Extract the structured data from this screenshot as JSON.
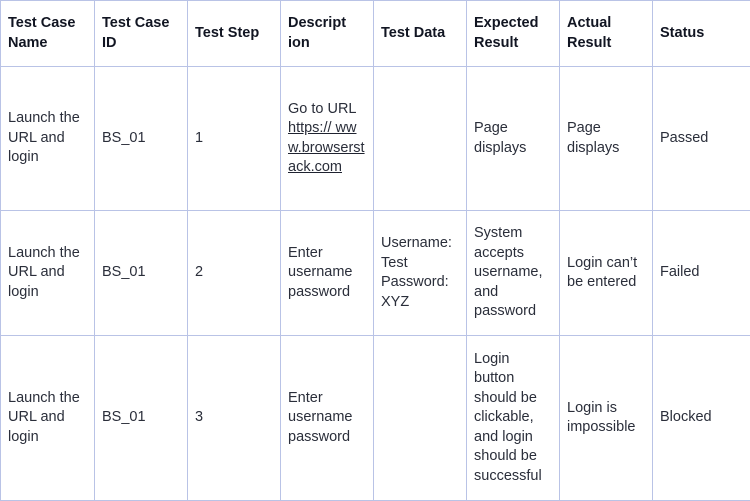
{
  "headers": {
    "col1": "Test Case Name",
    "col2": "Test Case ID",
    "col3": "Test Step",
    "col4": "Descript ion",
    "col5": "Test Data",
    "col6": "Expected Result",
    "col7": "Actual Result",
    "col8": "Status"
  },
  "rows": [
    {
      "name": "Launch the URL and login",
      "id": "BS_01",
      "step": "1",
      "desc_prefix": "Go to URL",
      "desc_link": "https:// www.browserstack.com",
      "data": "",
      "expected": "Page displays",
      "actual": "Page displays",
      "status": "Passed"
    },
    {
      "name": "Launch the URL and login",
      "id": "BS_01",
      "step": "2",
      "desc": "Enter username password",
      "data": "Username: Test Password: XYZ",
      "expected": "System accepts username, and password",
      "actual": "Login can’t be entered",
      "status": "Failed"
    },
    {
      "name": "Launch the URL and login",
      "id": "BS_01",
      "step": "3",
      "desc": "Enter username password",
      "data": "",
      "expected": "Login button should be clickable, and login should be successful",
      "actual": "Login is impossible",
      "status": "Blocked"
    }
  ]
}
